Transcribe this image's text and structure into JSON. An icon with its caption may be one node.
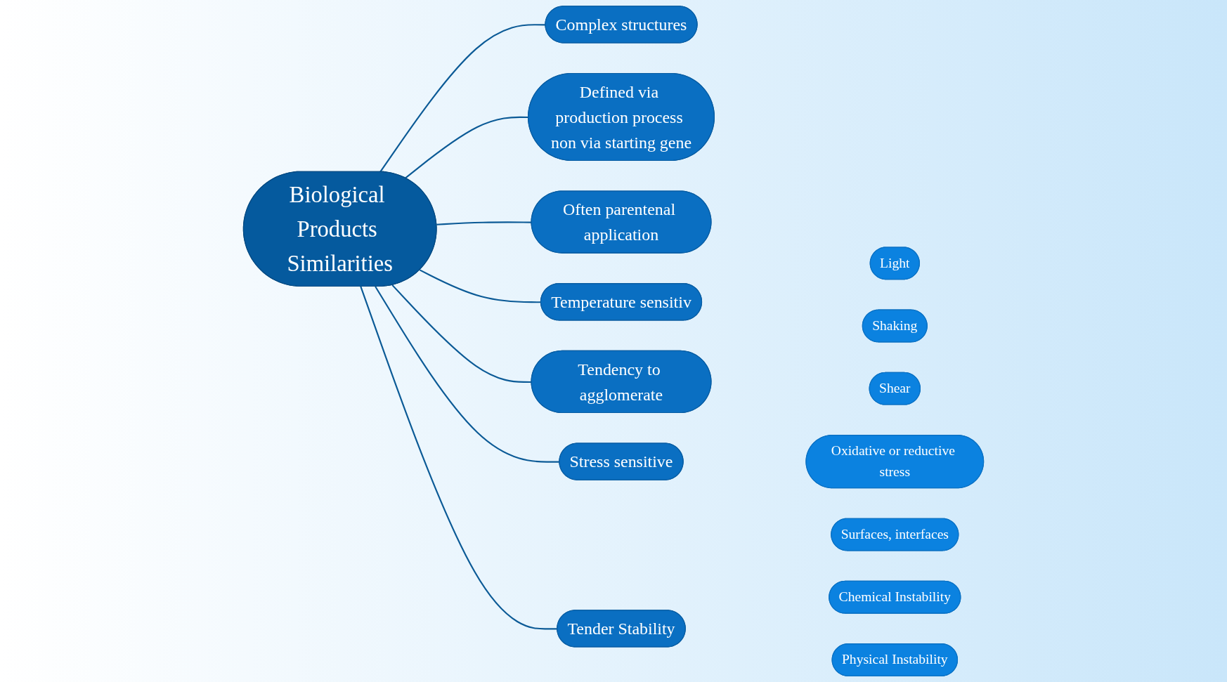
{
  "diagram": {
    "nodes": [
      {
        "text": [
          "Biological Products Similarities"
        ]
      },
      {
        "text": [
          "Complex structures"
        ]
      },
      {
        "text": [
          "Defined via production process non via starting gene"
        ]
      },
      {
        "text": [
          "Often parentenal application"
        ]
      },
      {
        "text": [
          "Temperature sensitiv"
        ]
      },
      {
        "text": [
          "Tendency to agglomerate"
        ]
      },
      {
        "text": [
          "Stress sensitive"
        ]
      },
      {
        "text": [
          "Tender Stability"
        ]
      },
      {
        "text": [
          "Chemical Instability"
        ]
      },
      {
        "text": [
          "Physical Instability"
        ]
      },
      {
        "text": [
          "Light"
        ]
      },
      {
        "text": [
          "Shaking"
        ]
      },
      {
        "text": [
          "Shear"
        ]
      },
      {
        "text": [
          "Oxidative or reductive stress"
        ]
      },
      {
        "text": [
          "Surfaces, interfaces"
        ]
      }
    ],
    "edges": [
      {
        "from": 0,
        "to": 1,
        "arrow": "none"
      },
      {
        "from": 0,
        "to": 2,
        "arrow": "none"
      },
      {
        "from": 0,
        "to": 3,
        "arrow": "none"
      },
      {
        "from": 0,
        "to": 4,
        "arrow": "none"
      },
      {
        "from": 0,
        "to": 5,
        "arrow": "none"
      },
      {
        "from": 0,
        "to": 6,
        "arrow": "none"
      },
      {
        "from": 0,
        "to": 7,
        "arrow": "none"
      }
    ]
  }
}
